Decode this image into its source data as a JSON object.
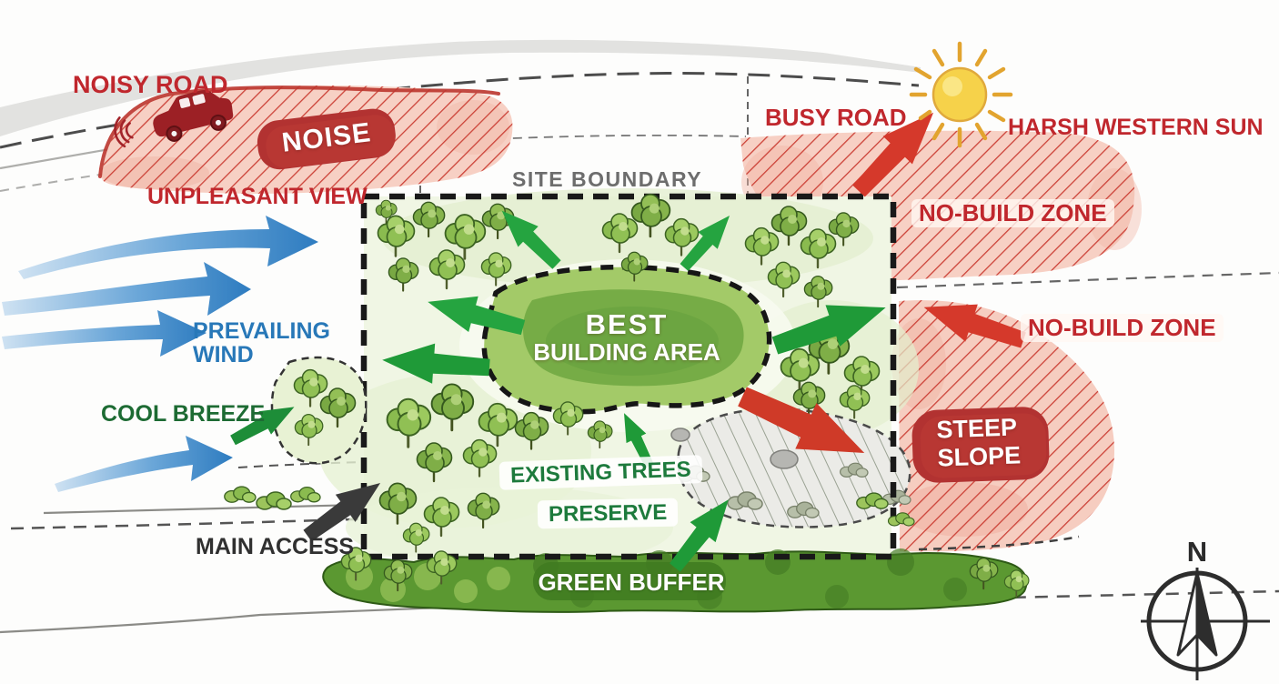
{
  "diagram": {
    "labels": {
      "noisy_road": "NOISY ROAD",
      "noise_badge": "NOISE",
      "unpleasant_view": "UNPLEASANT VIEW",
      "prevailing_wind_line1": "PREVAILING",
      "prevailing_wind_line2": "WIND",
      "cool_breeze": "COOL BREEZE",
      "main_access": "MAIN ACCESS",
      "site_boundary": "SITE BOUNDARY",
      "best_building_area_line1": "BEST",
      "best_building_area_line2": "BUILDING AREA",
      "existing_trees": "EXISTING TREES",
      "preserve": "PRESERVE",
      "green_buffer": "GREEN BUFFER",
      "busy_road": "BUSY ROAD",
      "harsh_western_sun": "HARSH WESTERN SUN",
      "no_build_zone_top": "NO-BUILD ZONE",
      "no_build_zone_east": "NO-BUILD ZONE",
      "steep_slope_line1": "STEEP",
      "steep_slope_line2": "SLOPE",
      "compass_north": "N"
    },
    "colors": {
      "warning_red_text": "#c0272d",
      "zone_hatch_red": "#cc4238",
      "zone_fill_pink": "#f7d0c4",
      "badge_red": "#b23231",
      "wind_blue": "#2878b8",
      "arrow_blue": "#2e7cc0",
      "positive_green_arrow": "#25a440",
      "label_green_dark": "#1d6b33",
      "building_area_green": "#74aa45",
      "green_buffer_band": "#5b9831",
      "site_boundary_dash": "#191919",
      "site_boundary_text": "#6d6d6d",
      "main_access_dark": "#303030",
      "sun_yellow": "#f6d24a",
      "car_red": "#9c2025"
    }
  }
}
